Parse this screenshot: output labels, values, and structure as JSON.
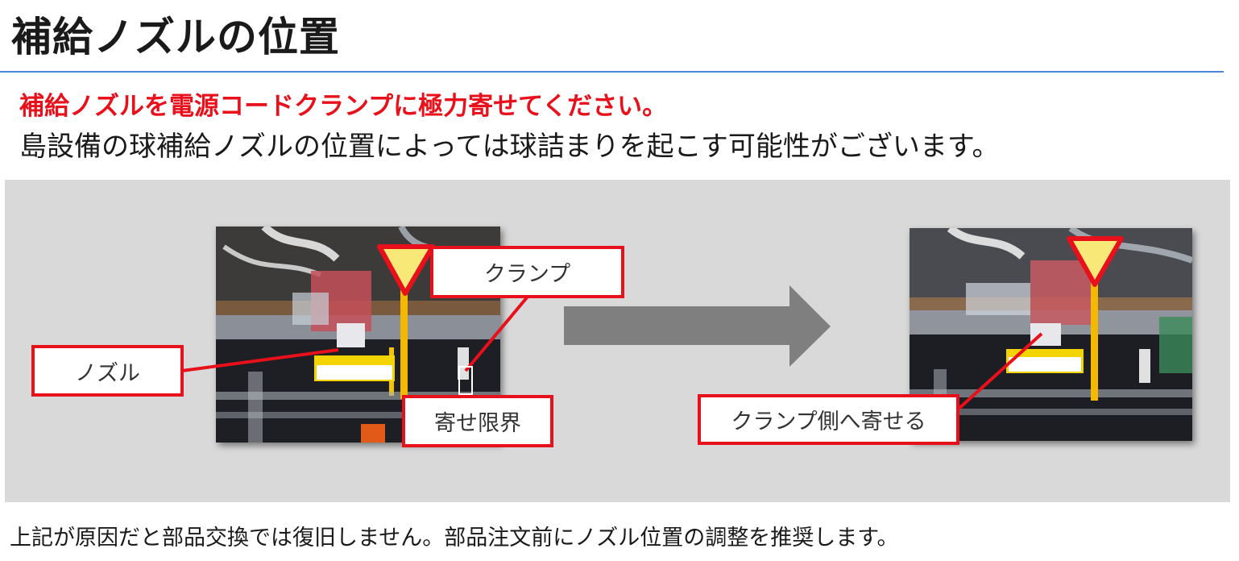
{
  "slide": {
    "title": "補給ノズルの位置",
    "lead_red": "補給ノズルを電源コードクランプに極力寄せてください。",
    "lead_black": "島設備の球補給ノズルの位置によっては球詰まりを起こす可能性がございます。",
    "footer": "上記が原因だと部品交換では復旧しません。部品注文前にノズル位置の調整を推奨します。"
  },
  "callouts": {
    "clamp": "クランプ",
    "nozzle": "ノズル",
    "limit": "寄せ限界",
    "move_to_clamp": "クランプ側へ寄せる"
  },
  "colors": {
    "title_rule": "#4a86d8",
    "emphasis_red": "#e8101b",
    "panel_gray": "#d9d9d9",
    "marker_yellow": "#f8e878",
    "marker_line": "#f5b800",
    "arrow_gray": "#7f7f7f"
  },
  "icons": [
    "triangle-marker-icon",
    "right-arrow-icon"
  ]
}
